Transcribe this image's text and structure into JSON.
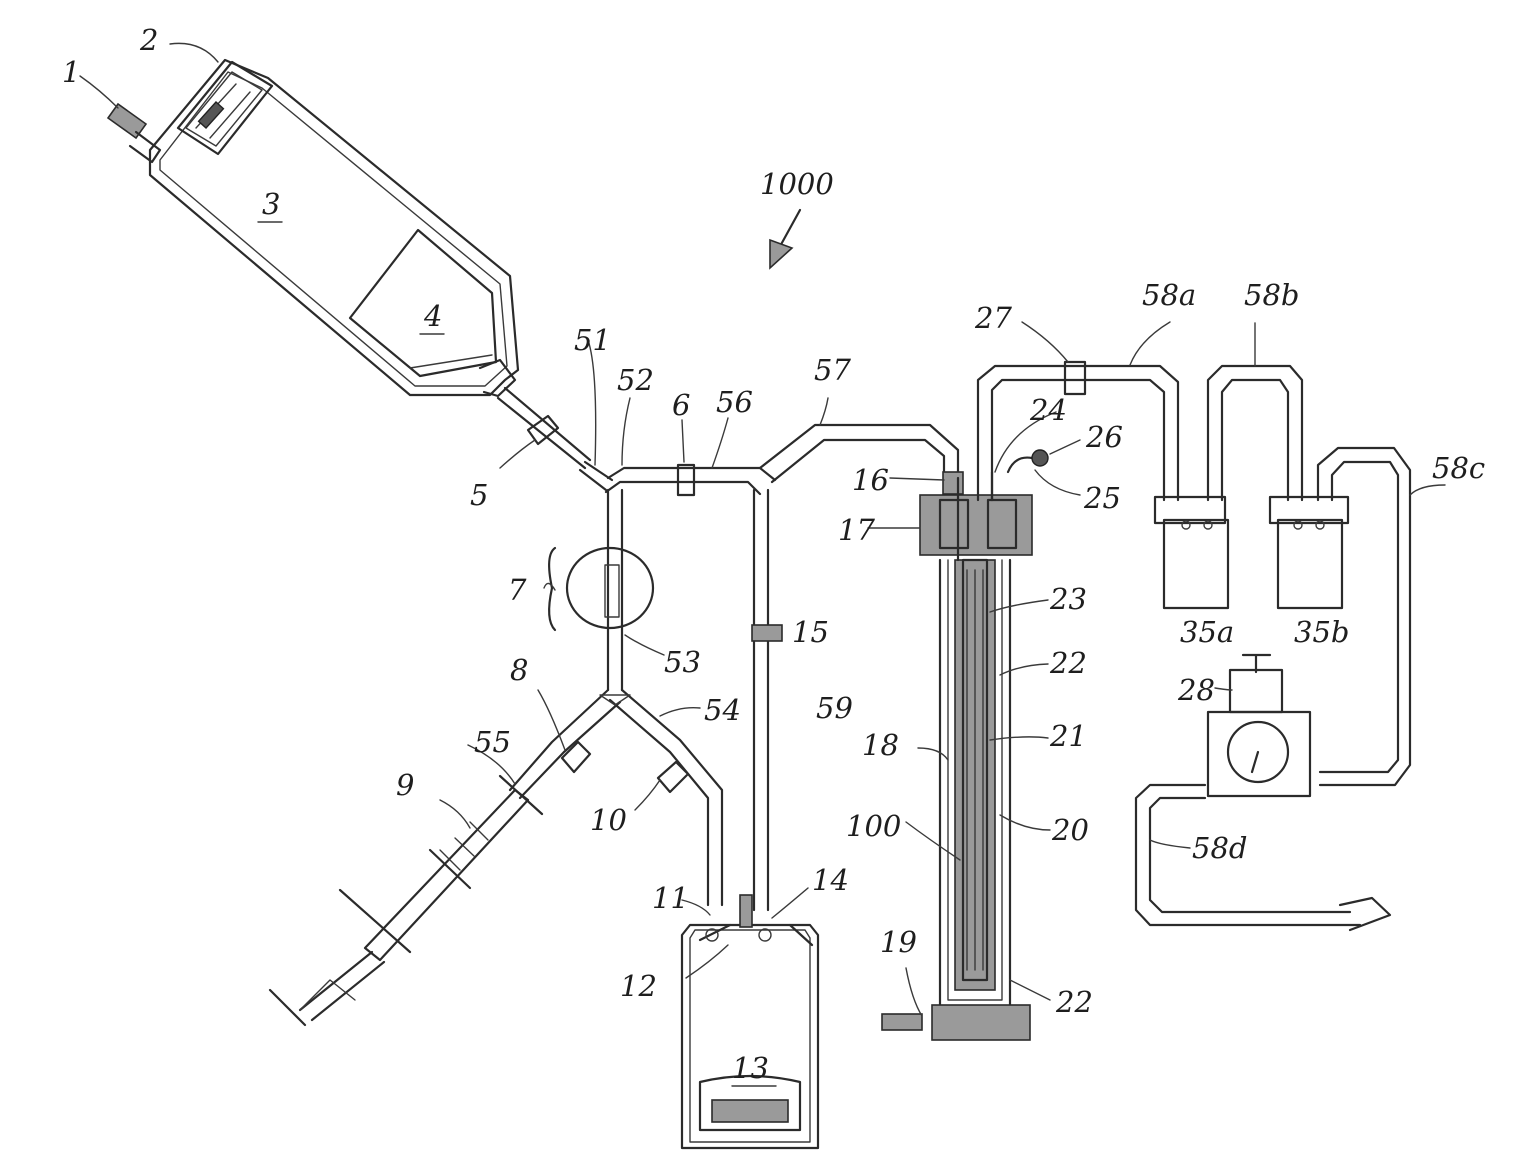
{
  "labels": {
    "l1": "1",
    "l2": "2",
    "l3": "3",
    "l4": "4",
    "l5": "5",
    "l6": "6",
    "l7": "7",
    "l8": "8",
    "l9": "9",
    "l10": "10",
    "l11": "11",
    "l12": "12",
    "l13": "13",
    "l14": "14",
    "l15": "15",
    "l16": "16",
    "l17": "17",
    "l18": "18",
    "l19": "19",
    "l20": "20",
    "l21": "21",
    "l22a": "22",
    "l22b": "22",
    "l23": "23",
    "l24": "24",
    "l25": "25",
    "l26": "26",
    "l27": "27",
    "l28": "28",
    "l35a": "35a",
    "l35b": "35b",
    "l51": "51",
    "l52": "52",
    "l53": "53",
    "l54": "54",
    "l55": "55",
    "l56": "56",
    "l57": "57",
    "l59": "59",
    "l58a": "58a",
    "l58b": "58b",
    "l58c": "58c",
    "l58d": "58d",
    "l100": "100",
    "l1000": "1000"
  },
  "colors": {
    "line": "#2b2b2b",
    "hatch": "#9a9a9a",
    "background": "#ffffff"
  }
}
